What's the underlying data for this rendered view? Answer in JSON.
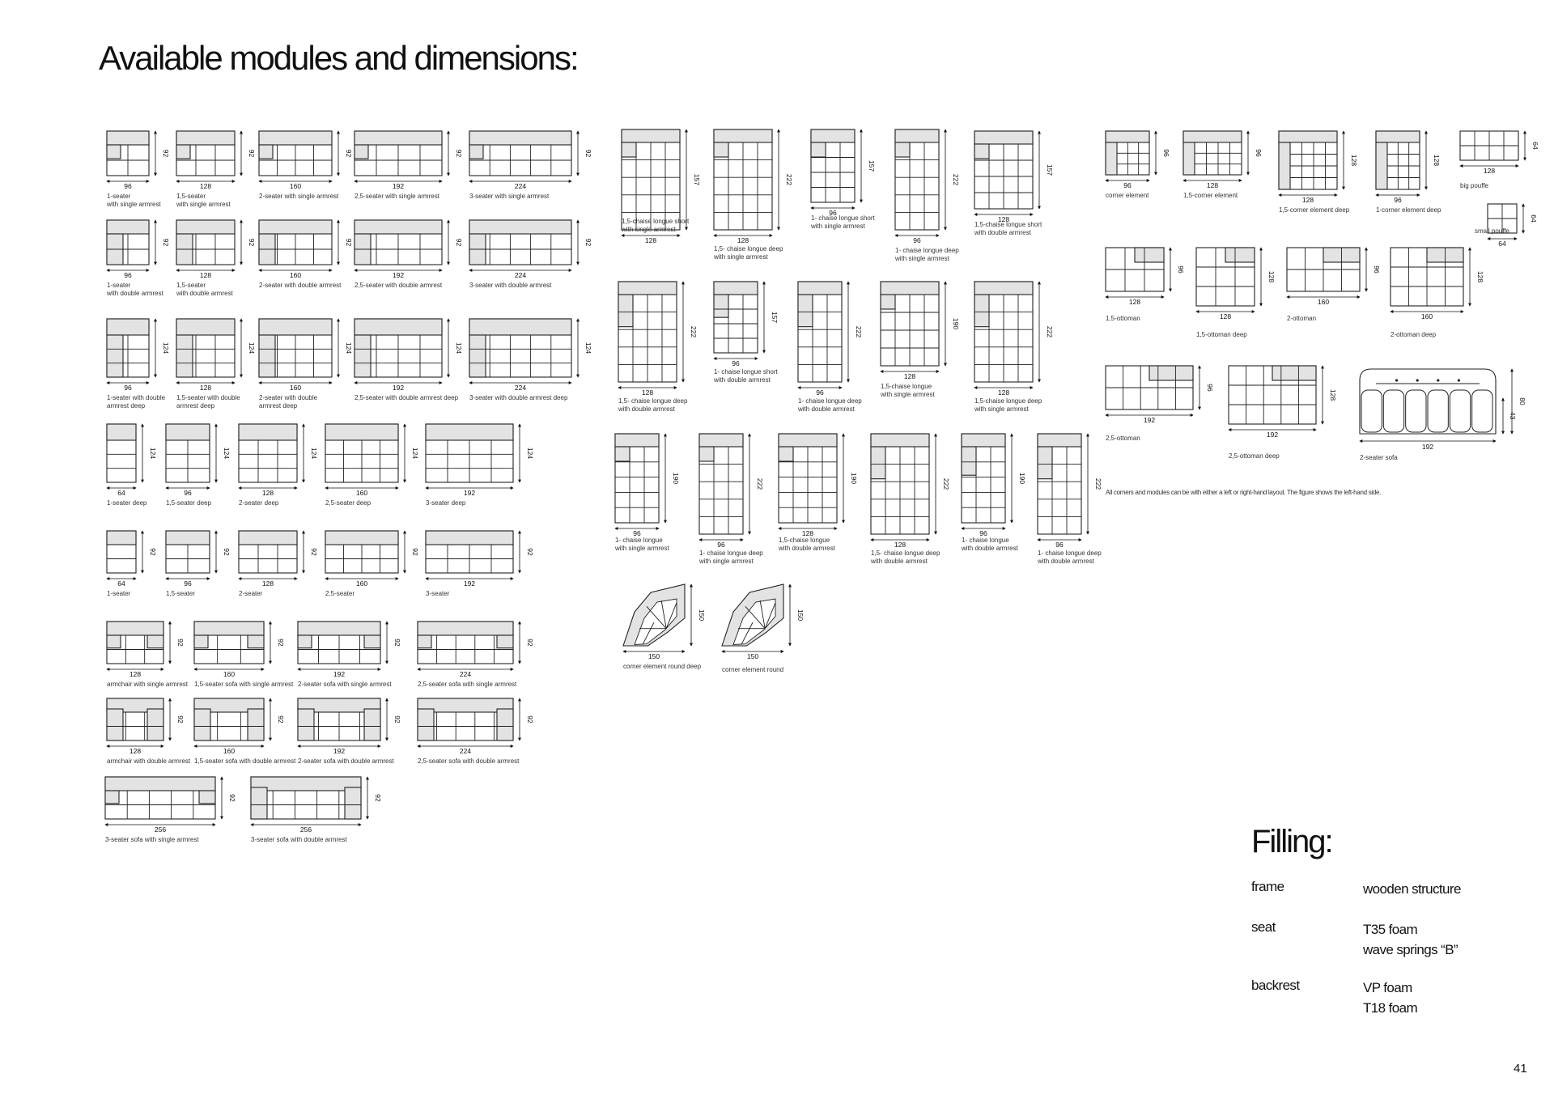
{
  "page": {
    "title": "Available modules and dimensions:",
    "page_number": "41"
  },
  "note": "All corners and modules can be with either a left or right-hand layout. The figure shows the left-hand side.",
  "modules": [
    {
      "label": [
        "1-seater",
        "with single armrest"
      ],
      "w": "96",
      "d": "92"
    },
    {
      "label": [
        "1,5-seater",
        "with single armrest"
      ],
      "w": "128",
      "d": "92"
    },
    {
      "label": [
        "2-seater with single armrest"
      ],
      "w": "160",
      "d": "92"
    },
    {
      "label": [
        "2,5-seater with single armrest"
      ],
      "w": "192",
      "d": "92"
    },
    {
      "label": [
        "3-seater with single armrest"
      ],
      "w": "224",
      "d": "92"
    },
    {
      "label": [
        "1-seater",
        "with double armrest"
      ],
      "w": "96",
      "d": "92"
    },
    {
      "label": [
        "1,5-seater",
        "with double armrest"
      ],
      "w": "128",
      "d": "92"
    },
    {
      "label": [
        "2-seater with double armrest"
      ],
      "w": "160",
      "d": "92"
    },
    {
      "label": [
        "2,5-seater with double armrest"
      ],
      "w": "192",
      "d": "92"
    },
    {
      "label": [
        "3-seater with double armrest"
      ],
      "w": "224",
      "d": "92"
    },
    {
      "label": [
        "1-seater with double",
        "armrest deep"
      ],
      "w": "96",
      "d": "124"
    },
    {
      "label": [
        "1,5-seater with double",
        "armrest deep"
      ],
      "w": "128",
      "d": "124"
    },
    {
      "label": [
        "2-seater with double",
        "armrest deep"
      ],
      "w": "160",
      "d": "124"
    },
    {
      "label": [
        "2,5-seater with double armrest deep"
      ],
      "w": "192",
      "d": "124"
    },
    {
      "label": [
        "3-seater with double armrest deep"
      ],
      "w": "224",
      "d": "124"
    },
    {
      "label": [
        "1-seater deep"
      ],
      "w": "64",
      "d": "124"
    },
    {
      "label": [
        "1,5-seater deep"
      ],
      "w": "96",
      "d": "124"
    },
    {
      "label": [
        "2-seater deep"
      ],
      "w": "128",
      "d": "124"
    },
    {
      "label": [
        "2,5-seater deep"
      ],
      "w": "160",
      "d": "124"
    },
    {
      "label": [
        "3-seater deep"
      ],
      "w": "192",
      "d": "124"
    },
    {
      "label": [
        "1-seater"
      ],
      "w": "64",
      "d": "92"
    },
    {
      "label": [
        "1,5-seater"
      ],
      "w": "96",
      "d": "92"
    },
    {
      "label": [
        "2-seater"
      ],
      "w": "128",
      "d": "92"
    },
    {
      "label": [
        "2,5-seater"
      ],
      "w": "160",
      "d": "92"
    },
    {
      "label": [
        "3-seater"
      ],
      "w": "192",
      "d": "92"
    },
    {
      "label": [
        "armchair with single armrest"
      ],
      "w": "128",
      "d": "92"
    },
    {
      "label": [
        "1,5-seater sofa with single armrest"
      ],
      "w": "160",
      "d": "92"
    },
    {
      "label": [
        "2-seater sofa with single armrest"
      ],
      "w": "192",
      "d": "92"
    },
    {
      "label": [
        "2,5-seater sofa with single armrest"
      ],
      "w": "224",
      "d": "92"
    },
    {
      "label": [
        "armchair with double armrest"
      ],
      "w": "128",
      "d": "92"
    },
    {
      "label": [
        "1,5-seater sofa with double armrest"
      ],
      "w": "160",
      "d": "92"
    },
    {
      "label": [
        "2-seater sofa with double armrest"
      ],
      "w": "192",
      "d": "92"
    },
    {
      "label": [
        "2,5-seater sofa with double armrest"
      ],
      "w": "224",
      "d": "92"
    },
    {
      "label": [
        "3-seater sofa with single armrest"
      ],
      "w": "256",
      "d": "92"
    },
    {
      "label": [
        "3-seater sofa with double armrest"
      ],
      "w": "256",
      "d": "92"
    },
    {
      "label": [
        "1,5-chaise longue short",
        "with single armrest"
      ],
      "w": "128",
      "d": "157"
    },
    {
      "label": [
        "1,5- chaise longue deep",
        "with single armrest"
      ],
      "w": "128",
      "d": "222"
    },
    {
      "label": [
        "1- chaise longue short",
        "with single armrest"
      ],
      "w": "96",
      "d": "157"
    },
    {
      "label": [
        "1- chaise longue deep",
        "with single armrest"
      ],
      "w": "96",
      "d": "222"
    },
    {
      "label": [
        "1,5-chaise longue short",
        "with double armrest"
      ],
      "w": "128",
      "d": "157"
    },
    {
      "label": [
        "1,5- chaise longue deep",
        "with double armrest"
      ],
      "w": "128",
      "d": "222"
    },
    {
      "label": [
        "1- chaise longue short",
        "with double armrest"
      ],
      "w": "96",
      "d": "157"
    },
    {
      "label": [
        "1- chaise longue deep",
        "with double armrest"
      ],
      "w": "96",
      "d": "222"
    },
    {
      "label": [
        "1,5-chaise longue",
        "with single armrest"
      ],
      "w": "128",
      "d": "190"
    },
    {
      "label": [
        "1,5-chaise longue deep",
        "with single armrest"
      ],
      "w": "128",
      "d": "222"
    },
    {
      "label": [
        "1- chaise longue",
        "with single armrest"
      ],
      "w": "96",
      "d": "190"
    },
    {
      "label": [
        "1- chaise longue deep",
        "with single armrest"
      ],
      "w": "96",
      "d": "222"
    },
    {
      "label": [
        "1,5-chaise longue",
        "with double armrest"
      ],
      "w": "128",
      "d": "190"
    },
    {
      "label": [
        "1,5- chaise longue deep",
        "with double armrest"
      ],
      "w": "128",
      "d": "222"
    },
    {
      "label": [
        "1- chaise longue",
        "with double armrest"
      ],
      "w": "96",
      "d": "190"
    },
    {
      "label": [
        "1- chaise longue deep",
        "with double armrest"
      ],
      "w": "96",
      "d": "222"
    },
    {
      "label": [
        "corner element round deep"
      ],
      "w": "150",
      "d": "150"
    },
    {
      "label": [
        "corner element round"
      ],
      "w": "150",
      "d": "150"
    },
    {
      "label": [
        "corner element"
      ],
      "w": "96",
      "d": "96"
    },
    {
      "label": [
        "1,5-corner element"
      ],
      "w": "128",
      "d": "96"
    },
    {
      "label": [
        "1,5-corner element deep"
      ],
      "w": "128",
      "d": "128"
    },
    {
      "label": [
        "1-corner element deep"
      ],
      "w": "96",
      "d": "128"
    },
    {
      "label": [
        "big pouffe"
      ],
      "w": "128",
      "d": "64"
    },
    {
      "label": [
        "small pouffe"
      ],
      "w": "64",
      "d": "64"
    },
    {
      "label": [
        "1,5-ottoman"
      ],
      "w": "128",
      "d": "96"
    },
    {
      "label": [
        "1,5-ottoman deep"
      ],
      "w": "128",
      "d": "128"
    },
    {
      "label": [
        "2-ottoman"
      ],
      "w": "160",
      "d": "96"
    },
    {
      "label": [
        "2-ottoman deep"
      ],
      "w": "160",
      "d": "128"
    },
    {
      "label": [
        "2,5-ottoman"
      ],
      "w": "192",
      "d": "96"
    },
    {
      "label": [
        "2,5-ottoman deep"
      ],
      "w": "192",
      "d": "128"
    },
    {
      "label": [
        "2-seater sofa"
      ],
      "w": "192",
      "d": "80",
      "d2": "43"
    }
  ],
  "filling": {
    "title": "Filling:",
    "rows": [
      {
        "key": "frame",
        "values": [
          "wooden structure"
        ]
      },
      {
        "key": "seat",
        "values": [
          "T35 foam",
          "wave springs “B”"
        ]
      },
      {
        "key": "backrest",
        "values": [
          "VP foam",
          "T18 foam"
        ]
      }
    ]
  }
}
